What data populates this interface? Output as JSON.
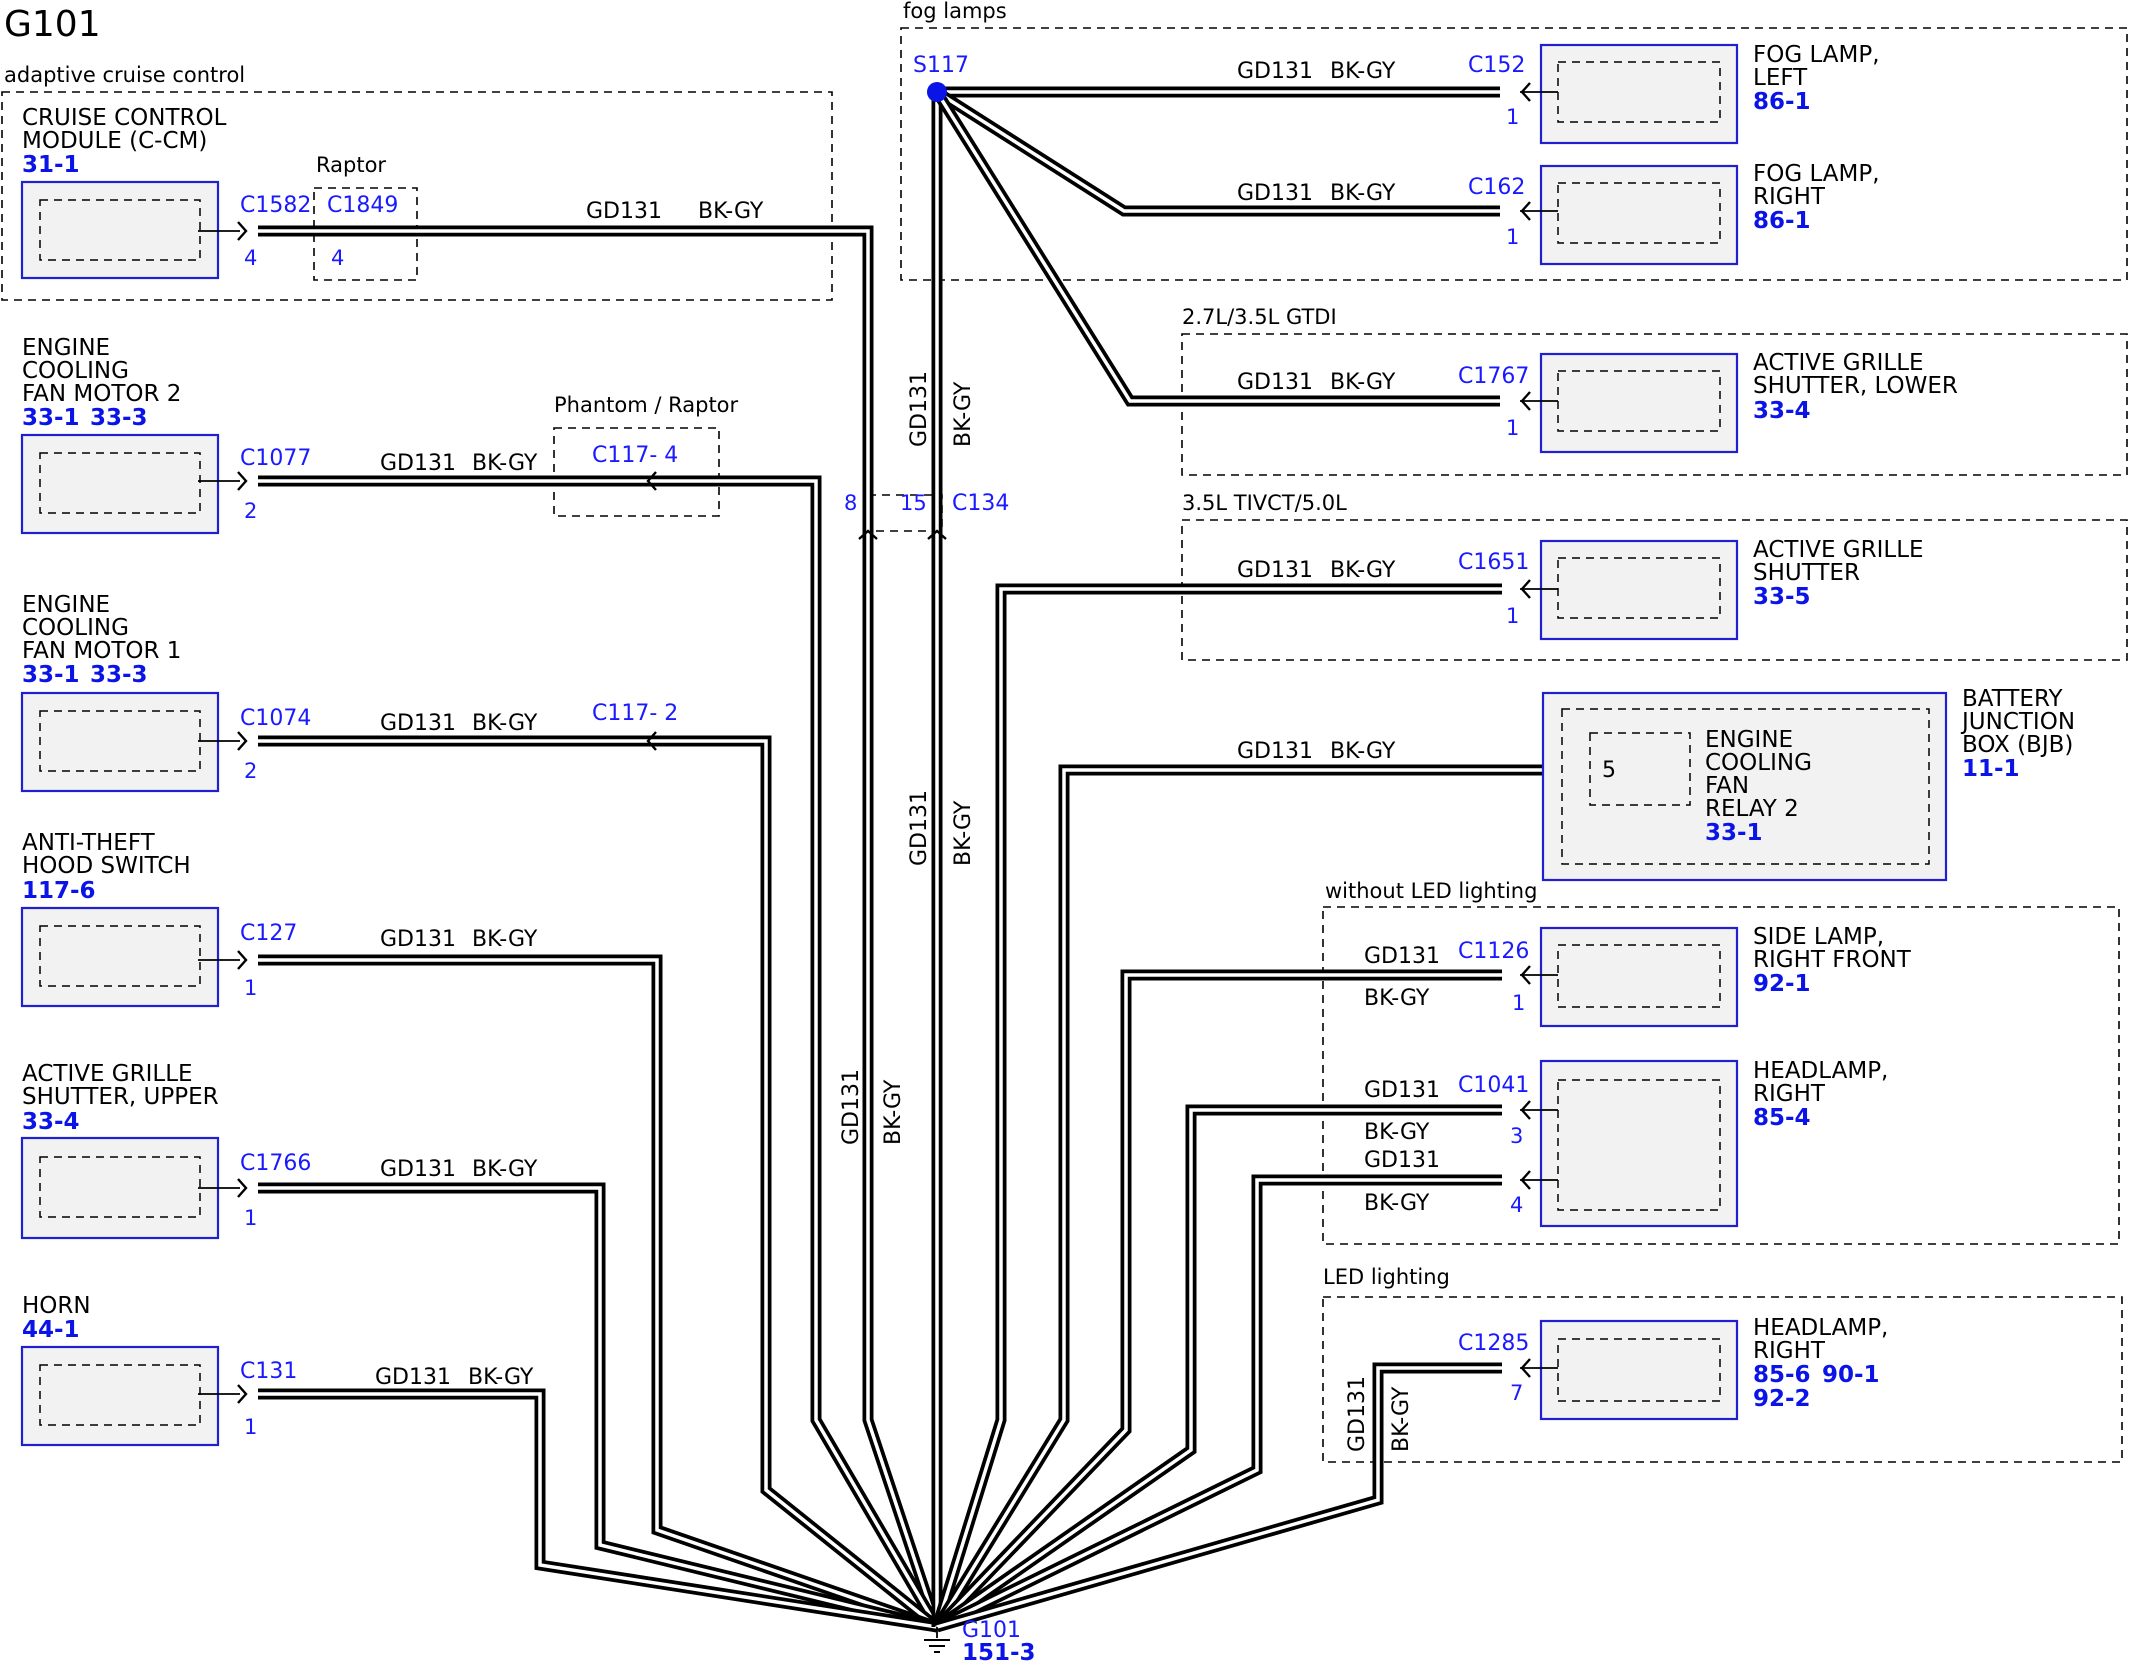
{
  "title": "G101",
  "wire": {
    "circuit": "GD131",
    "color": "BK-GY"
  },
  "groups": {
    "acc": "adaptive cruise control",
    "fog": "fog lamps",
    "gtdi": "2.7L/3.5L GTDI",
    "tivct": "3.5L TIVCT/5.0L",
    "noled": "without LED lighting",
    "led": "LED lighting",
    "raptor": "Raptor",
    "phantom": "Phantom / Raptor"
  },
  "left_components": [
    {
      "name_lines": [
        "CRUISE CONTROL",
        "MODULE (C-CM)"
      ],
      "refs": [
        "31-1"
      ],
      "connector": "C1582",
      "pin": "4"
    },
    {
      "name_lines": [
        "ENGINE",
        "COOLING",
        "FAN MOTOR 2"
      ],
      "refs": [
        "33-1",
        "33-3"
      ],
      "connector": "C1077",
      "pin": "2"
    },
    {
      "name_lines": [
        "ENGINE",
        "COOLING",
        "FAN MOTOR 1"
      ],
      "refs": [
        "33-1",
        "33-3"
      ],
      "connector": "C1074",
      "pin": "2"
    },
    {
      "name_lines": [
        "ANTI-THEFT",
        "HOOD SWITCH"
      ],
      "refs": [
        "117-6"
      ],
      "connector": "C127",
      "pin": "1"
    },
    {
      "name_lines": [
        "ACTIVE GRILLE",
        "SHUTTER, UPPER"
      ],
      "refs": [
        "33-4"
      ],
      "connector": "C1766",
      "pin": "1"
    },
    {
      "name_lines": [
        "HORN"
      ],
      "refs": [
        "44-1"
      ],
      "connector": "C131",
      "pin": "1"
    }
  ],
  "inline": {
    "c1849": {
      "connector": "C1849",
      "pin": "4"
    },
    "c117a": {
      "label": "C117- 4"
    },
    "c117b": {
      "label": "C117- 2"
    },
    "c134": {
      "connector": "C134",
      "pin_a": "8",
      "pin_b": "15"
    }
  },
  "splice": {
    "name": "S117"
  },
  "right_components": [
    {
      "name_lines": [
        "FOG LAMP,",
        "LEFT"
      ],
      "refs": [
        "86-1"
      ],
      "connector": "C152",
      "pin": "1"
    },
    {
      "name_lines": [
        "FOG LAMP,",
        "RIGHT"
      ],
      "refs": [
        "86-1"
      ],
      "connector": "C162",
      "pin": "1"
    },
    {
      "name_lines": [
        "ACTIVE GRILLE",
        "SHUTTER, LOWER"
      ],
      "refs": [
        "33-4"
      ],
      "connector": "C1767",
      "pin": "1"
    },
    {
      "name_lines": [
        "ACTIVE GRILLE",
        "SHUTTER"
      ],
      "refs": [
        "33-5"
      ],
      "connector": "C1651",
      "pin": "1"
    },
    {
      "name_lines": [
        "SIDE LAMP,",
        "RIGHT FRONT"
      ],
      "refs": [
        "92-1"
      ],
      "connector": "C1126",
      "pin": "1"
    },
    {
      "name_lines": [
        "HEADLAMP,",
        "RIGHT"
      ],
      "refs": [
        "85-4"
      ],
      "connector": "C1041",
      "pins": [
        "3",
        "4"
      ]
    },
    {
      "name_lines": [
        "HEADLAMP,",
        "RIGHT"
      ],
      "refs": [
        "85-6",
        "90-1",
        "92-2"
      ],
      "connector": "C1285",
      "pin": "7"
    }
  ],
  "bjb": {
    "name_lines": [
      "BATTERY",
      "JUNCTION",
      "BOX (BJB)"
    ],
    "refs": [
      "11-1"
    ],
    "relay_lines": [
      "ENGINE",
      "COOLING",
      "FAN",
      "RELAY 2"
    ],
    "relay_refs": [
      "33-1"
    ],
    "pin": "5"
  },
  "ground": {
    "name": "G101",
    "ref": "151-3"
  },
  "colors": {
    "module_border": "#2020d0",
    "connector_text": "#1a1aff",
    "ref_text": "#0a14e6",
    "module_fill": "#f2f2f2"
  },
  "icons": [
    "connector-arrow-icon",
    "splice-dot-icon",
    "ground-symbol-icon"
  ]
}
